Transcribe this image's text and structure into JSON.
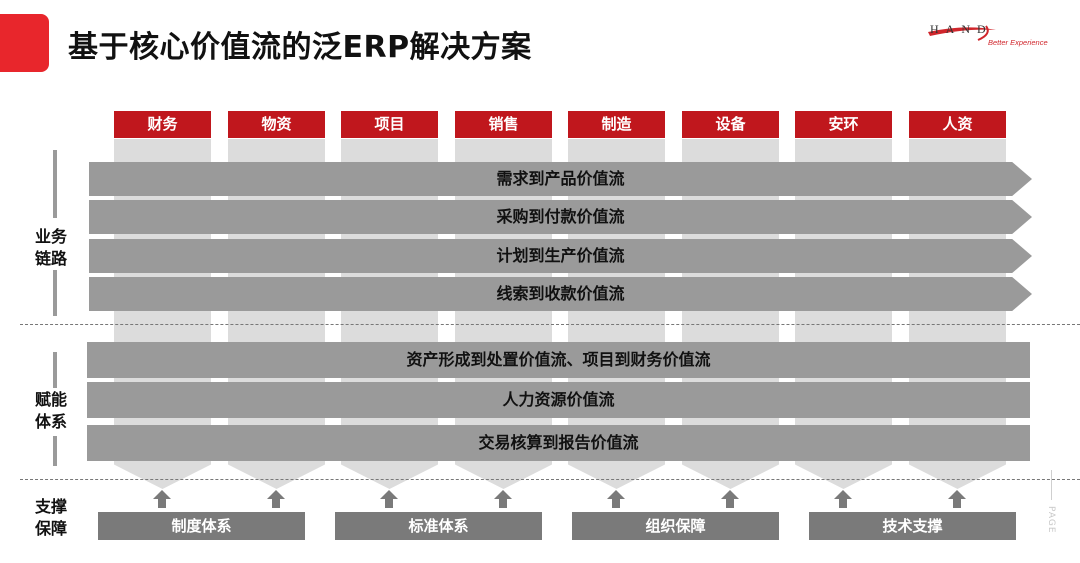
{
  "title": "基于核心价值流的泛ERP解决方案",
  "logo": {
    "text": "HAND",
    "tagline": "Better Experience"
  },
  "columns": [
    "财务",
    "物资",
    "项目",
    "销售",
    "制造",
    "设备",
    "安环",
    "人资"
  ],
  "business_chain": {
    "label_line1": "业务",
    "label_line2": "链路",
    "rows": [
      "需求到产品价值流",
      "采购到付款价值流",
      "计划到生产价值流",
      "线索到收款价值流"
    ]
  },
  "enablement": {
    "label_line1": "赋能",
    "label_line2": "体系",
    "rows": [
      "资产形成到处置价值流、项目到财务价值流",
      "人力资源价值流",
      "交易核算到报告价值流"
    ]
  },
  "support": {
    "label_line1": "支撑",
    "label_line2": "保障",
    "items": [
      "制度体系",
      "标准体系",
      "组织保障",
      "技术支撑"
    ]
  },
  "watermark": "PAGE",
  "colors": {
    "accent": "#e8262c",
    "header_red": "#c0171d",
    "bar_gray": "#9a9a9a",
    "column_gray": "#dcdcdc",
    "support_gray": "#7a7a7a"
  }
}
